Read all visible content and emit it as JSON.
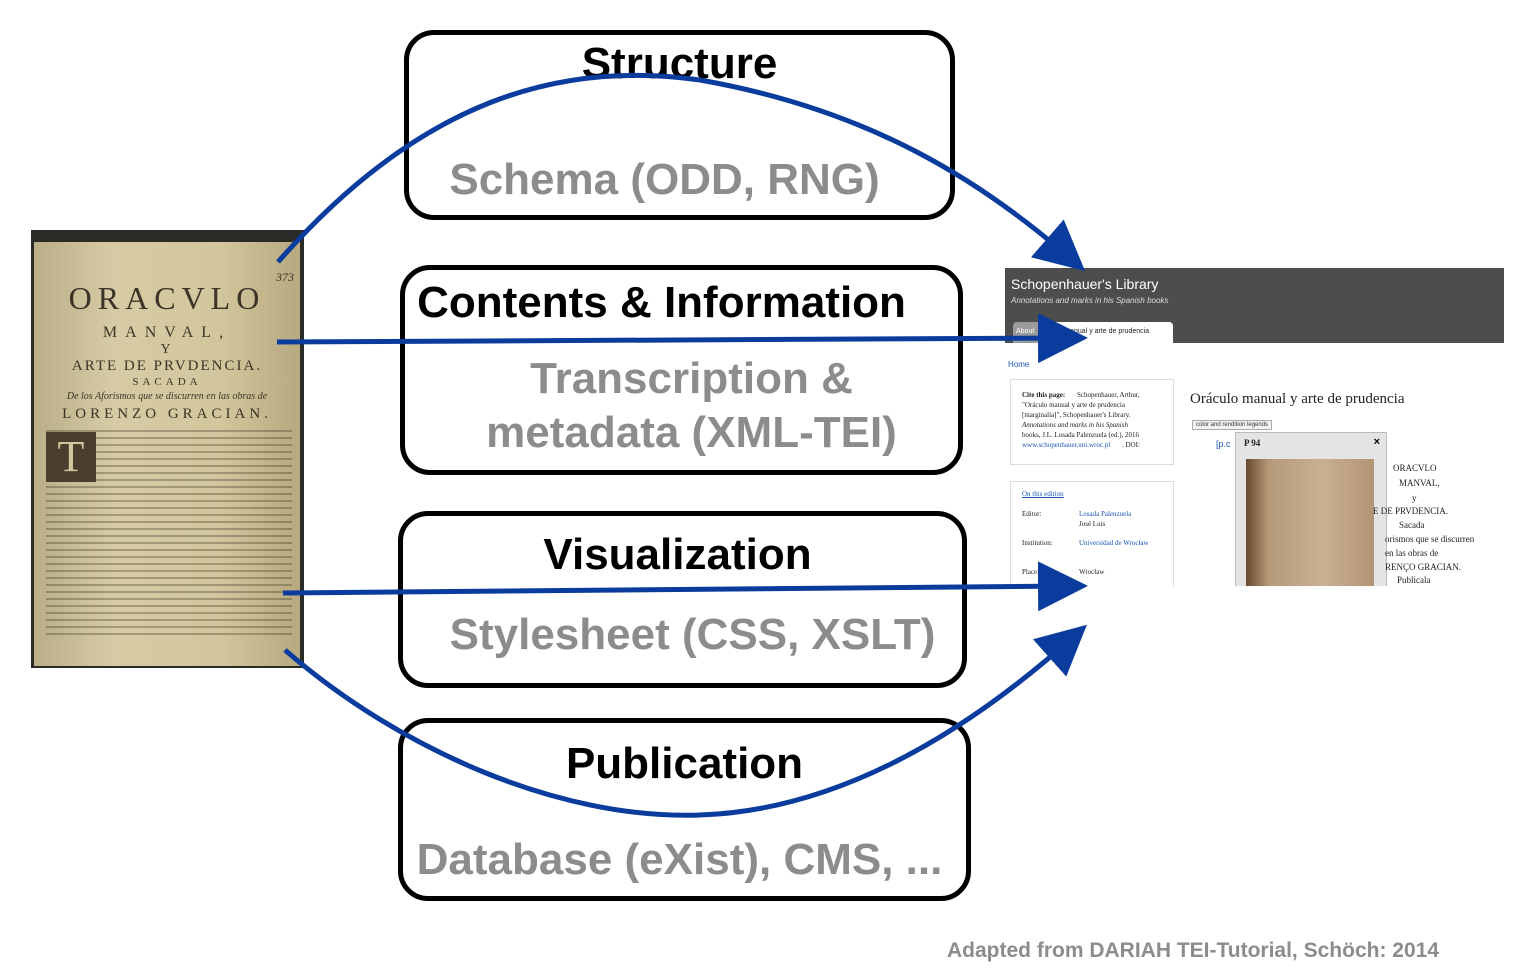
{
  "boxes": {
    "structure": {
      "title": "Structure",
      "subtitle": "Schema (ODD, RNG)"
    },
    "contents": {
      "title": "Contents & Information",
      "subtitle_line1": "Transcription &",
      "subtitle_line2": "metadata (XML-TEI)"
    },
    "visualization": {
      "title": "Visualization",
      "subtitle": "Stylesheet (CSS, XSLT)"
    },
    "publication": {
      "title": "Publication",
      "subtitle": "Database (eXist), CMS, ..."
    }
  },
  "book": {
    "page_number": "373",
    "line1": "ORACVLO",
    "line2": "MANVAL,",
    "line3": "Y",
    "line4": "ARTE DE PRVDENCIA.",
    "line5": "SACADA",
    "line6": "De los Aforismos que se discurren en las obras de",
    "line7": "LORENZO GRACIAN."
  },
  "website": {
    "site_title": "Schopenhauer's Library",
    "site_subtitle": "Annotations and marks in his Spanish books",
    "tab_about": "About",
    "tab_active": "ulo manual y arte de prudencia",
    "breadcrumb": "Home",
    "cite_label": "Cite this page:",
    "cite_text1": "Schopenhauer, Arthur,",
    "cite_text2": "\"Oráculo manual y arte de prudencia",
    "cite_text3": "[marginalia]\", Schopenhauer's Library.",
    "cite_text4": "Annotations and marks in his Spanish",
    "cite_text5": "books, J.L. Losada Palenzuela (ed.), 2016",
    "cite_link": "www.schopenhauer.uni.wroc.pl",
    "cite_doi": ". DOI:",
    "edition_link": "On this edition",
    "editor_label": "Editor:",
    "editor_value": "Losada Palenzuela",
    "editor_value2": "José Luis",
    "institution_label": "Institution:",
    "institution_value": "Universidad de Wrocław",
    "place_label": "Place:",
    "place_value": "Wrocław",
    "page_title": "Oráculo manual y arte de prudencia",
    "legend_button": "color and rendition legends",
    "page_link": "[p.c",
    "popup_title": "P 94",
    "popup_close": "×",
    "text_lines": [
      "ORACVLO",
      "MANVAL,",
      "y",
      "E DE PRVDENCIA.",
      "Sacada",
      "orismos que se discurren",
      "en las obras de",
      "RENÇO GRACIAN.",
      "Publicala"
    ]
  },
  "credit": "Adapted from DARIAH TEI-Tutorial, Schöch: 2014",
  "colors": {
    "arrow": "#0a3c9e",
    "box_border": "#000000",
    "subtitle": "#8c8c8c",
    "header_bg": "#4d4d4d"
  }
}
